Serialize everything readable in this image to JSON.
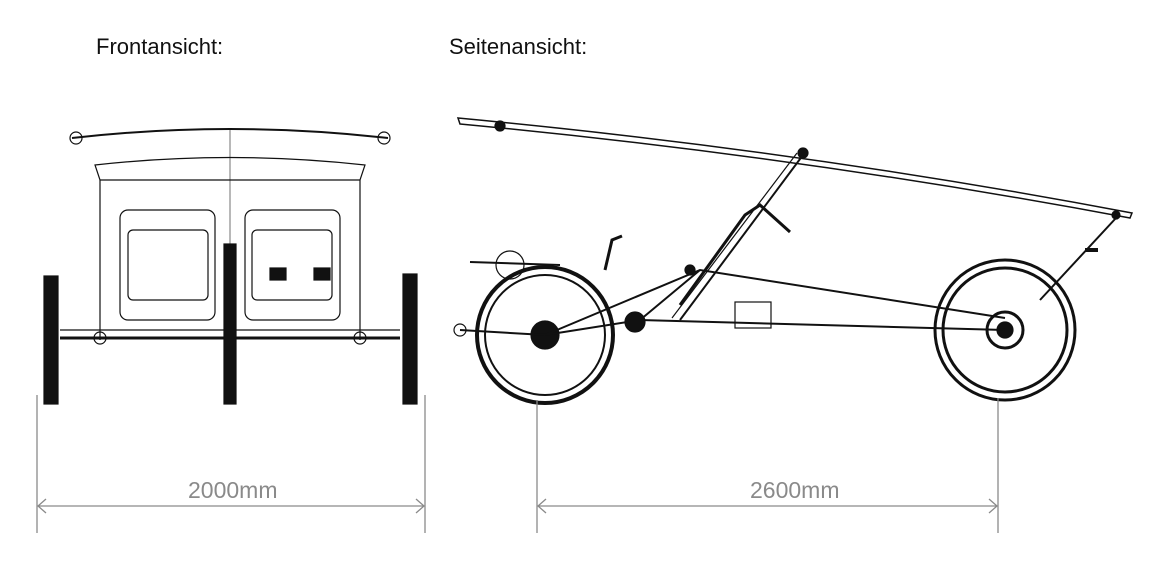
{
  "views": {
    "front": {
      "title": "Frontansicht:",
      "dimension": "2000mm"
    },
    "side": {
      "title": "Seitenansicht:",
      "dimension": "2600mm"
    }
  },
  "colors": {
    "line": "#111111",
    "dimension": "#8a8a8a"
  }
}
